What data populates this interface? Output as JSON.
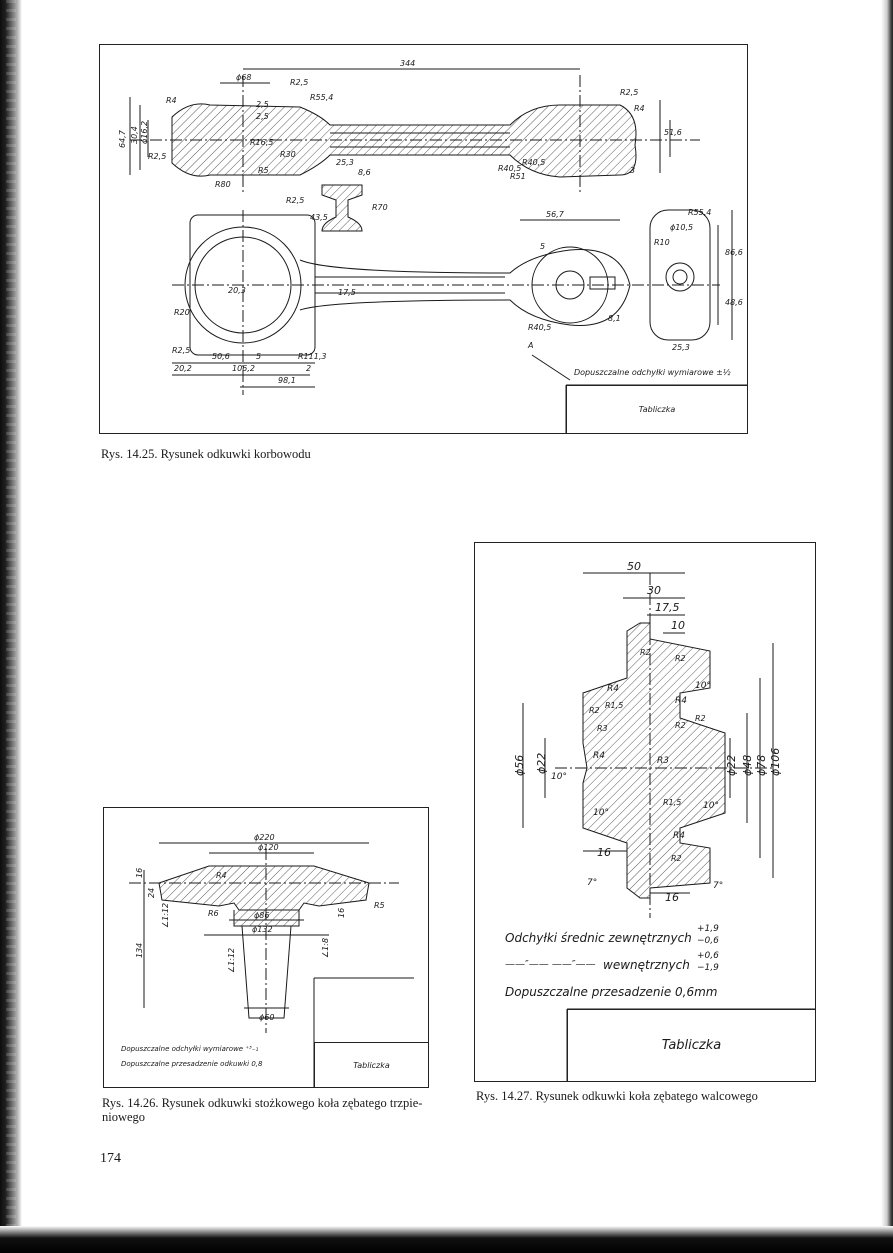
{
  "page": {
    "number": "174"
  },
  "figures": [
    {
      "id": "fig_14_25",
      "caption": "Rys. 14.25. Rysunek odkuwki korbowodu",
      "note": "Dopuszczalne odchyłki wymiarowe ±½",
      "title_block": "Tabliczka",
      "dimensions": {
        "d1": "344",
        "d2": "ϕ68",
        "d3": "R4",
        "d4": "2,5",
        "d5": "2,5",
        "d6": "R2,5",
        "d7": "R55,4",
        "d8": "R80",
        "d9": "64,7",
        "d10": "30,4",
        "d11": "ϕ16,2",
        "d12": "R2,5",
        "d13": "R16,5",
        "d14": "R5",
        "d15": "R30",
        "d16": "R40,5",
        "d17": "R51",
        "d18": "R2,5",
        "d19": "R40,5",
        "d20": "R4",
        "d21": "51,6",
        "d22": "3",
        "d23": "25,3",
        "d24": "8,6",
        "d25": "R70",
        "d26": "R2,5",
        "d27": "43,5",
        "d28": "56,7",
        "d29": "R10",
        "d30": "ϕ10,5",
        "d31": "R55,4",
        "d32": "86,6",
        "d33": "48,6",
        "d34": "R40,5",
        "d35": "20,3",
        "d36": "R20",
        "d37": "R2,5",
        "d38": "17,5",
        "d39": "50,6",
        "d40": "5",
        "d41": "R111,3",
        "d42": "20,2",
        "d43": "106,2",
        "d44": "2",
        "d45": "98,1",
        "d46": "A",
        "d47": "8,1",
        "d48": "25,3",
        "d49": "5"
      }
    },
    {
      "id": "fig_14_26",
      "caption": "Rys. 14.26. Rysunek odkuwki stożkowego koła zębatego trzpie-niowego",
      "notes": [
        "Dopuszczalne odchyłki wymiarowe ⁺³₋₁",
        "Dopuszczalne przesadzenie odkuwki 0,8"
      ],
      "title_block": "Tabliczka",
      "dimensions": {
        "d1": "ϕ220",
        "d2": "ϕ120",
        "d3": "16",
        "d4": "24",
        "d5": "R4",
        "d6": "R6",
        "d7": "ϕ86",
        "d8": "ϕ132",
        "d9": "16",
        "d10": "R5",
        "d11": "∠1:12",
        "d12": "134",
        "d13": "∠1:12",
        "d14": "∠1:8",
        "d15": "ϕ60"
      }
    },
    {
      "id": "fig_14_27",
      "caption": "Rys. 14.27. Rysunek odkuwki koła zębatego walcowego",
      "notes": {
        "line1": "Odchyłki średnic zewnętrznych",
        "tol1_up": "+1,9",
        "tol1_dn": "−0,6",
        "line2_dash": "——″——  ——″——",
        "line2": "wewnętrznych",
        "tol2_up": "+0,6",
        "tol2_dn": "−1,9",
        "line3": "Dopuszczalne przesadzenie 0,6mm"
      },
      "title_block": "Tabliczka",
      "dimensions": {
        "d1": "50",
        "d2": "30",
        "d3": "17,5",
        "d4": "10",
        "d5": "R2",
        "d6": "R2",
        "d7": "R4",
        "d8": "R4",
        "d9": "10°",
        "d10": "R2",
        "d11": "R2",
        "d12": "R1,5",
        "d13": "R3",
        "d14": "R2",
        "d15": "ϕ56",
        "d16": "ϕ22",
        "d17": "10°",
        "d18": "R4",
        "d19": "R3",
        "d20": "ϕ22",
        "d21": "ϕ48",
        "d22": "ϕ78",
        "d23": "ϕ106",
        "d24": "R1,5",
        "d25": "10°",
        "d26": "10°",
        "d27": "R4",
        "d28": "R2",
        "d29": "16",
        "d30": "16",
        "d31": "7°",
        "d32": "7°"
      }
    }
  ]
}
